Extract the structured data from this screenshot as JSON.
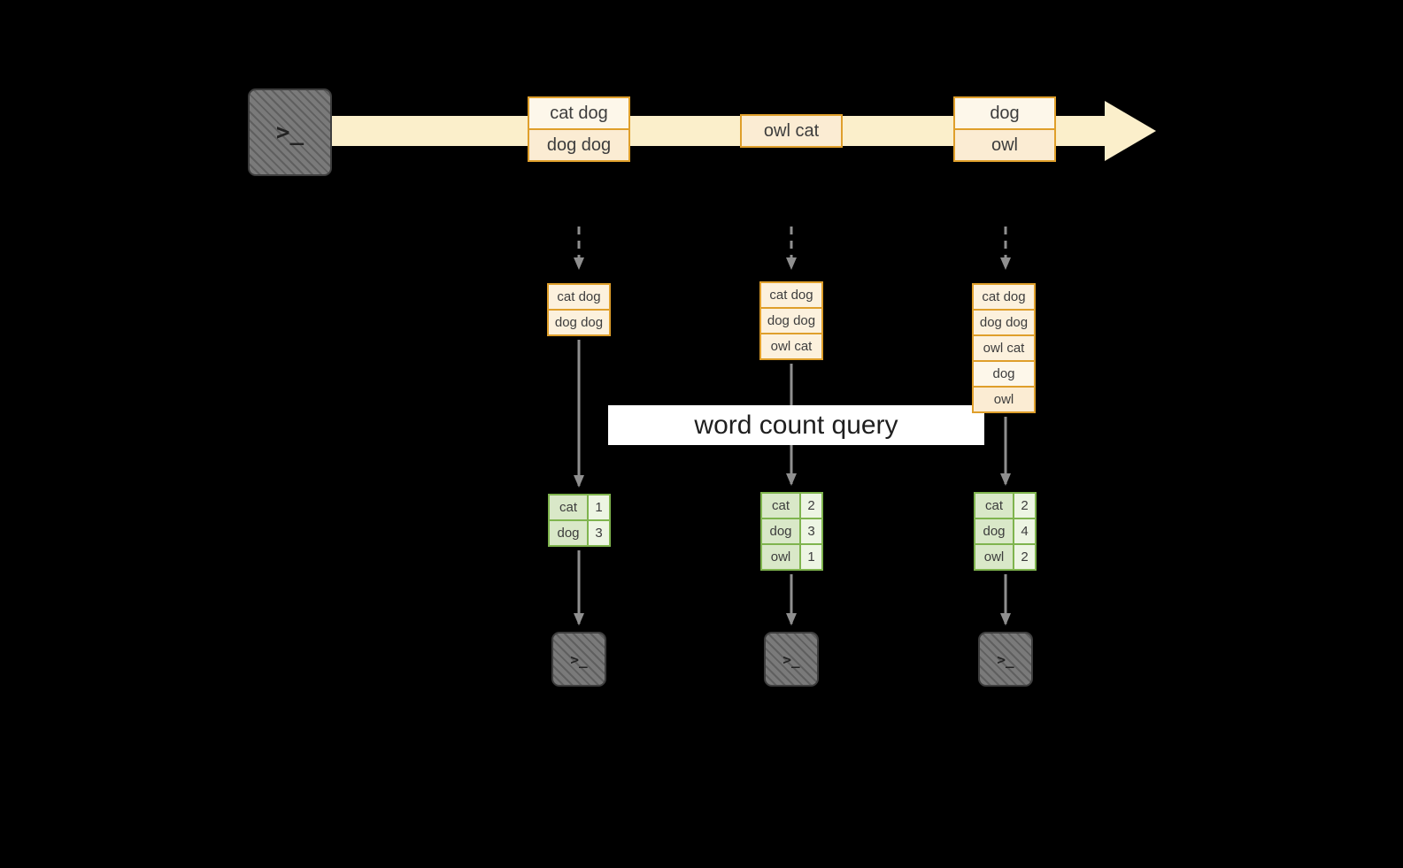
{
  "query_banner": {
    "label": "word count query"
  },
  "icons": {
    "terminal_prompt": ">_"
  },
  "colors": {
    "background": "#000000",
    "stream_band": "#fbefcb",
    "orange_border": "#df9f2b",
    "orange_fill_light": "#fdf7ea",
    "orange_fill_tint": "#fbecd3",
    "green_border": "#7fb44e",
    "green_fill": "#d9e8c8",
    "green_fill_light": "#edf5e3",
    "arrow_gray": "#8f8f8f",
    "banner_bg": "#ffffff",
    "terminal_gray": "#7a7a7a"
  },
  "stream": {
    "events": [
      {
        "lines": [
          "cat dog",
          "dog dog"
        ]
      },
      {
        "lines": [
          "owl cat"
        ]
      },
      {
        "lines": [
          "dog",
          "owl"
        ]
      }
    ]
  },
  "snapshots": [
    {
      "lines": [
        "cat dog",
        "dog dog"
      ]
    },
    {
      "lines": [
        "cat dog",
        "dog dog",
        "owl cat"
      ]
    },
    {
      "lines": [
        "cat dog",
        "dog dog",
        "owl cat",
        "dog",
        "owl"
      ]
    }
  ],
  "tables": [
    {
      "rows": [
        {
          "word": "cat",
          "count": "1"
        },
        {
          "word": "dog",
          "count": "3"
        }
      ]
    },
    {
      "rows": [
        {
          "word": "cat",
          "count": "2"
        },
        {
          "word": "dog",
          "count": "3"
        },
        {
          "word": "owl",
          "count": "1"
        }
      ]
    },
    {
      "rows": [
        {
          "word": "cat",
          "count": "2"
        },
        {
          "word": "dog",
          "count": "4"
        },
        {
          "word": "owl",
          "count": "2"
        }
      ]
    }
  ]
}
